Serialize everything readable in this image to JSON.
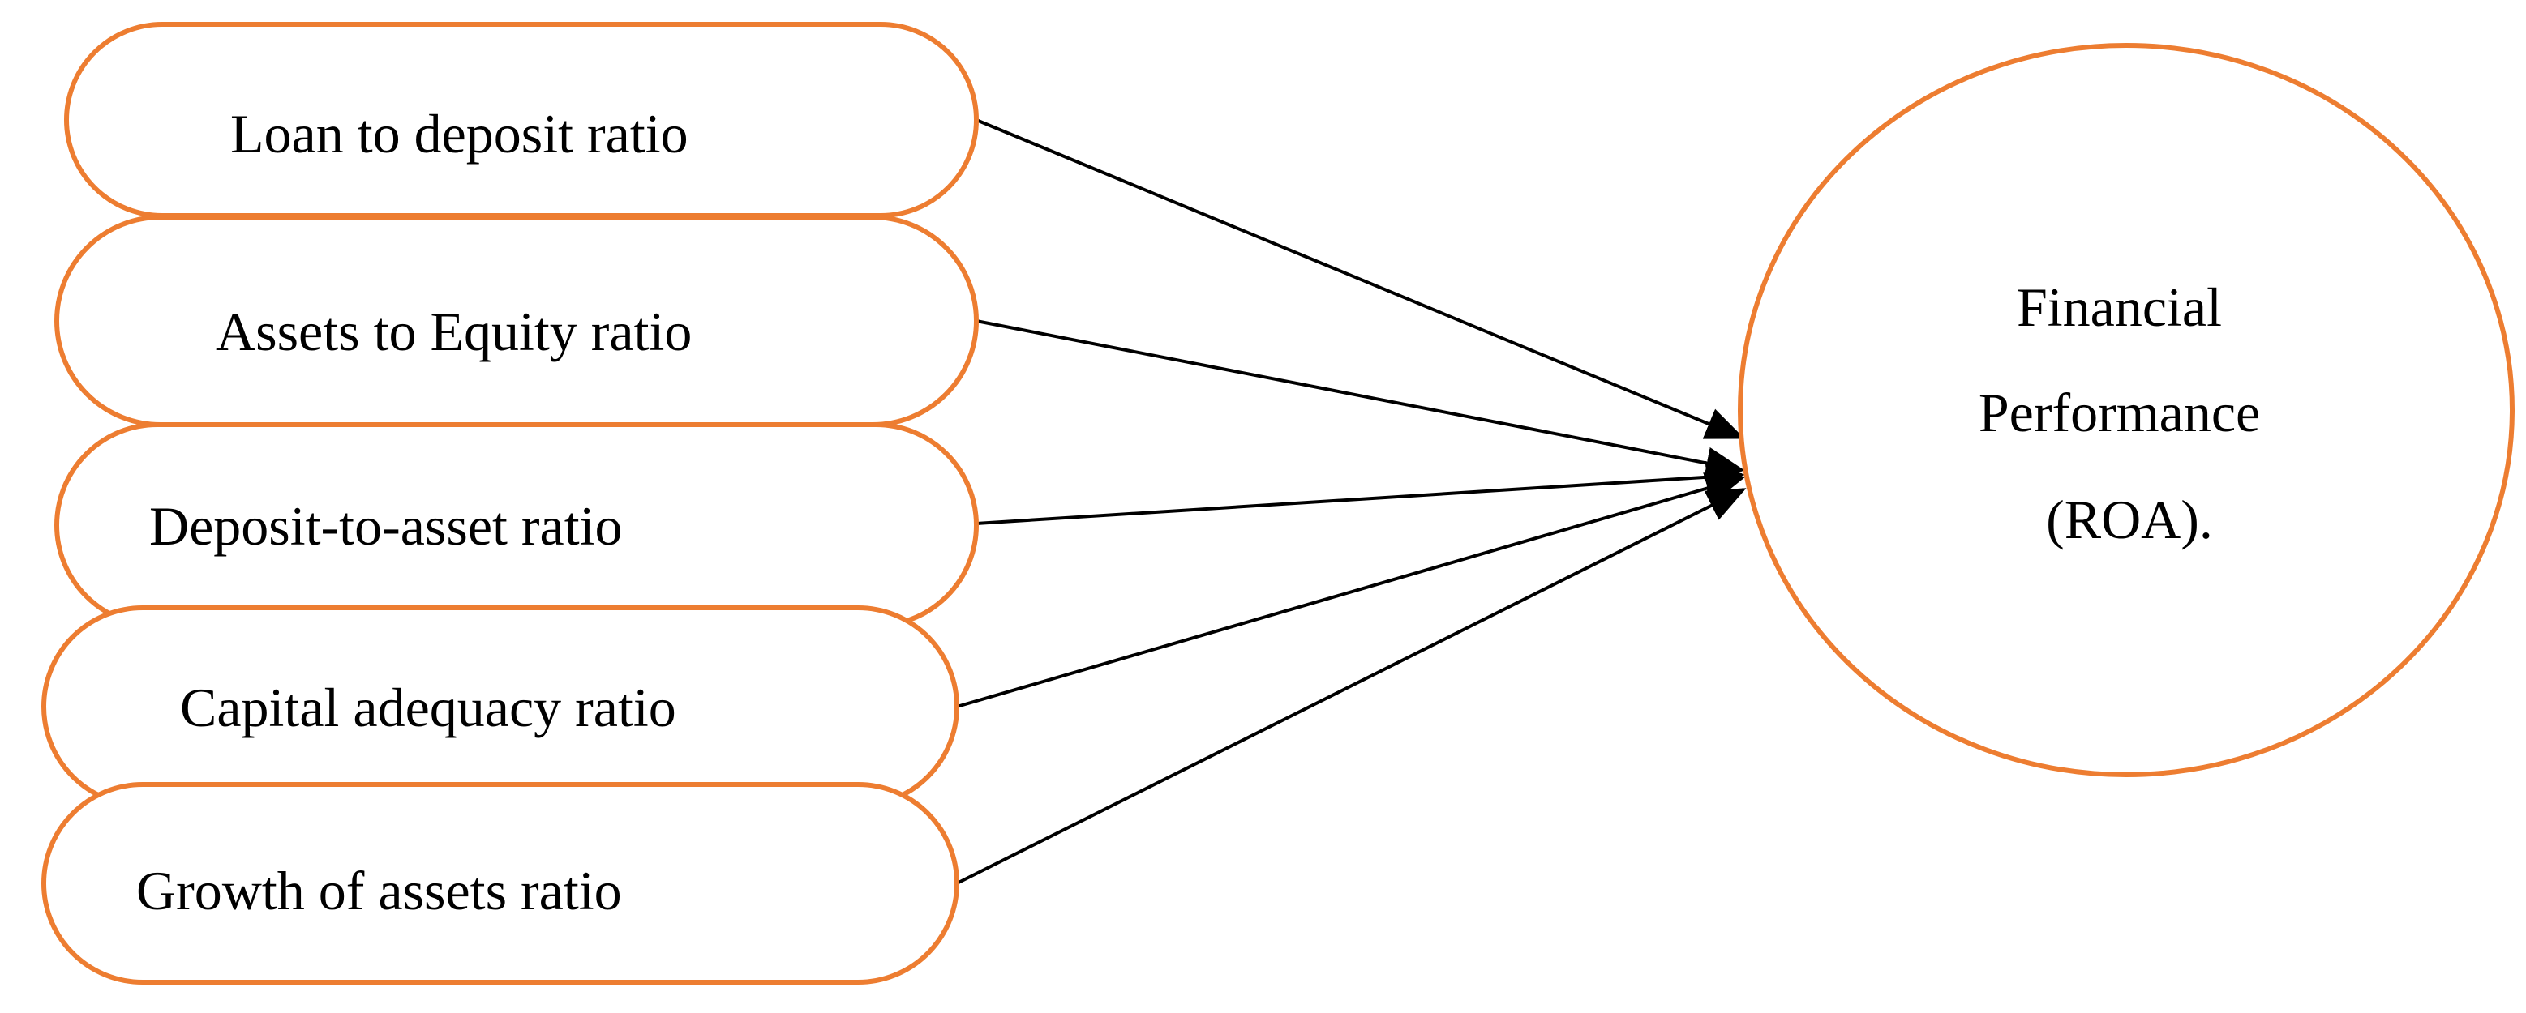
{
  "diagram": {
    "outline_color": "#ED7D31",
    "arrow_color": "#000000",
    "sources": [
      {
        "id": "ldr",
        "label": "Loan to deposit ratio"
      },
      {
        "id": "aer",
        "label": "Assets to Equity ratio"
      },
      {
        "id": "dar",
        "label": "Deposit-to-asset ratio"
      },
      {
        "id": "car",
        "label": "Capital adequacy ratio"
      },
      {
        "id": "gar",
        "label": "Growth of assets ratio"
      }
    ],
    "target": {
      "id": "fp",
      "lines": [
        "Financial",
        "Performance",
        "(ROA)."
      ]
    },
    "edges": [
      {
        "from": "ldr",
        "to": "fp"
      },
      {
        "from": "aer",
        "to": "fp"
      },
      {
        "from": "dar",
        "to": "fp"
      },
      {
        "from": "car",
        "to": "fp"
      },
      {
        "from": "gar",
        "to": "fp"
      }
    ]
  }
}
